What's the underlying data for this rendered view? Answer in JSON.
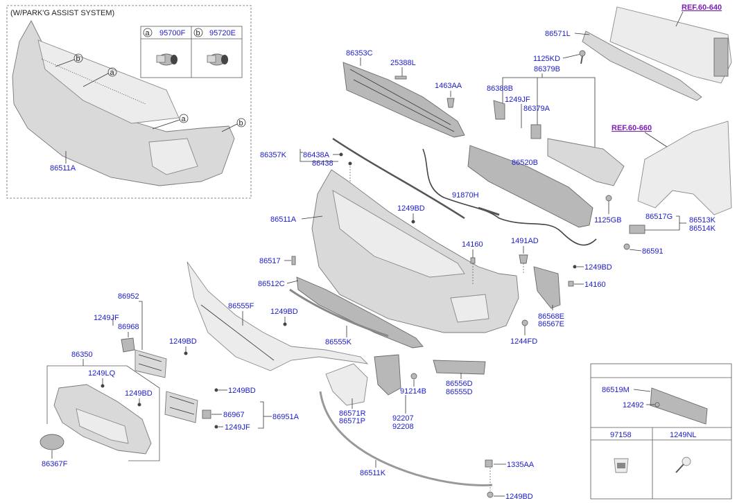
{
  "labels": {
    "park_assist_title": "(W/PARK'G ASSIST SYSTEM)",
    "ref_top": "REF.60-640",
    "ref_fender": "REF.60-660",
    "sensor_a_circle": "a",
    "sensor_a_code": "95700F",
    "sensor_b_circle": "b",
    "sensor_b_code": "95720E",
    "inset_bumper": "86511A",
    "p86353C": "86353C",
    "p25388L": "25388L",
    "p1463AA": "1463AA",
    "p86571L": "86571L",
    "p1125KD": "1125KD",
    "p86379B": "86379B",
    "p86388B": "86388B",
    "p1249JF_top": "1249JF",
    "p86379A": "86379A",
    "p86357K": "86357K",
    "p86438A": "86438A",
    "p86438": "86438",
    "p86520B": "86520B",
    "p91870H": "91870H",
    "p1125GB": "1125GB",
    "p86517G": "86517G",
    "p86513K": "86513K",
    "p86514K": "86514K",
    "p86591": "86591",
    "p86511A": "86511A",
    "p1249BD_mid": "1249BD",
    "p14160_a": "14160",
    "p1491AD": "1491AD",
    "p1249BD_right": "1249BD",
    "p14160_b": "14160",
    "p86517": "86517",
    "p86512C": "86512C",
    "p86555F": "86555F",
    "p1249BD_grille": "1249BD",
    "p86555K": "86555K",
    "p86568E": "86568E",
    "p86567E": "86567E",
    "p1244FD": "1244FD",
    "p86952": "86952",
    "p1249JF_left": "1249JF",
    "p86968": "86968",
    "p1249BD_left": "1249BD",
    "p86350": "86350",
    "p1249LQ": "1249LQ",
    "p1249BD_grl": "1249BD",
    "p1249BD_lamp": "1249BD",
    "p86967": "86967",
    "p86951A": "86951A",
    "p1249JF_low": "1249JF",
    "p86367F": "86367F",
    "p86571R": "86571R",
    "p86571P": "86571P",
    "p91214B": "91214B",
    "p92207": "92207",
    "p92208": "92208",
    "p86556D": "86556D",
    "p86555D": "86555D",
    "p86511K": "86511K",
    "p1335AA": "1335AA",
    "p1249BD_bottom": "1249BD",
    "p86519M": "86519M",
    "p12492": "12492",
    "p97158": "97158",
    "p1249NL": "1249NL"
  }
}
